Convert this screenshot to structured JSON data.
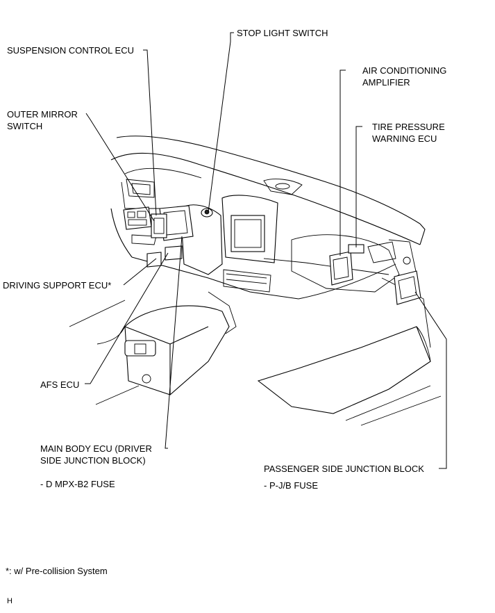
{
  "labels": {
    "stop_light_switch": "STOP LIGHT SWITCH",
    "suspension_control_ecu": "SUSPENSION CONTROL ECU",
    "air_conditioning_amplifier": "AIR CONDITIONING\nAMPLIFIER",
    "outer_mirror_switch": "OUTER MIRROR\nSWITCH",
    "tire_pressure_warning_ecu": "TIRE PRESSURE\nWARNING ECU",
    "driving_support_ecu": "DRIVING SUPPORT ECU*",
    "afs_ecu": "AFS ECU",
    "main_body_ecu": "MAIN BODY ECU (DRIVER\nSIDE JUNCTION BLOCK)",
    "main_body_fuse": "- D MPX-B2 FUSE",
    "passenger_side_junction_block": "PASSENGER SIDE JUNCTION BLOCK",
    "passenger_fuse": "- P-J/B FUSE"
  },
  "footnote": "*: w/ Pre-collision System",
  "corner_mark": "H"
}
